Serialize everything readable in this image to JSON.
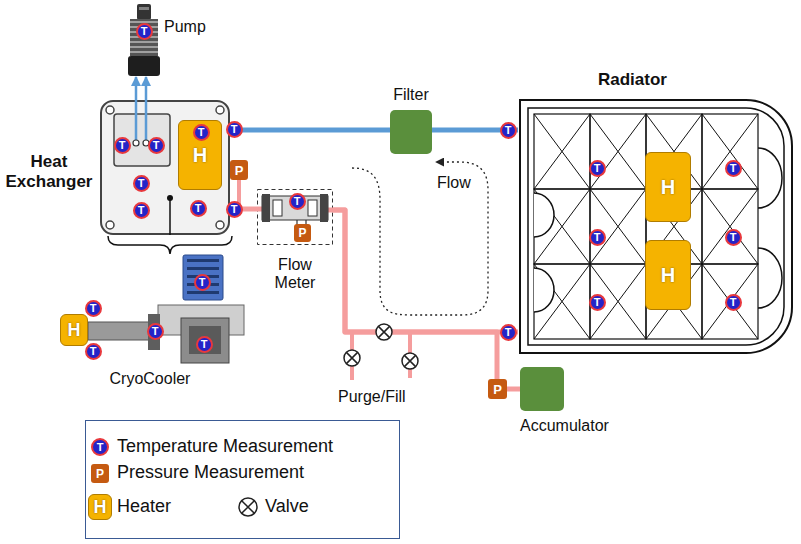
{
  "diagram": {
    "nodes": [
      {
        "text": [
          "Pump"
        ]
      },
      {
        "text": [
          "T"
        ],
        "in": 0
      },
      {
        "text": [
          "Heat Exchanger"
        ]
      },
      {
        "text": [
          "T"
        ],
        "in": 2
      },
      {
        "text": [
          "T"
        ],
        "in": 2
      },
      {
        "text": [
          "H"
        ],
        "in": 2
      },
      {
        "text": [
          "T"
        ],
        "in": 5
      },
      {
        "text": [
          "T"
        ],
        "in": 2
      },
      {
        "text": [
          "T"
        ],
        "in": 2
      },
      {
        "text": [
          "T"
        ],
        "in": 2
      },
      {
        "text": [
          "T"
        ],
        "in": 2
      },
      {
        "text": [
          "T"
        ],
        "in": 2
      },
      {
        "text": [
          "P"
        ]
      },
      {
        "text": [
          "Flow Meter"
        ]
      },
      {
        "text": [
          "T"
        ],
        "in": 13
      },
      {
        "text": [
          "P"
        ],
        "in": 13
      },
      {
        "text": [
          "Filter"
        ]
      },
      {
        "text": [
          "Radiator"
        ]
      },
      {
        "text": [
          "T"
        ],
        "in": 17
      },
      {
        "text": [
          "T"
        ],
        "in": 17
      },
      {
        "text": [
          "H"
        ],
        "in": 17
      },
      {
        "text": [
          "T"
        ],
        "in": 17
      },
      {
        "text": [
          "T"
        ],
        "in": 17
      },
      {
        "text": [
          "T"
        ],
        "in": 17
      },
      {
        "text": [
          "H"
        ],
        "in": 17
      },
      {
        "text": [
          "T"
        ],
        "in": 17
      },
      {
        "text": [
          "T"
        ],
        "in": 17
      },
      {
        "text": [
          "T"
        ],
        "in": 17
      },
      {
        "text": [
          "CryoCooler"
        ]
      },
      {
        "text": [
          "T"
        ],
        "in": 28
      },
      {
        "text": [
          "H"
        ],
        "in": 28
      },
      {
        "text": [
          "T"
        ],
        "in": 28
      },
      {
        "text": [
          "T"
        ],
        "in": 28
      },
      {
        "text": [
          "T"
        ],
        "in": 28
      },
      {
        "text": [
          "T"
        ],
        "in": 28
      },
      {
        "text": [
          "P"
        ]
      },
      {
        "text": [
          "Accumulator"
        ]
      }
    ],
    "edges": [
      {
        "from": 2,
        "to": 0,
        "arrow": "to"
      },
      {
        "from": 2,
        "to": 16,
        "arrow": "none"
      },
      {
        "from": 16,
        "to": 17,
        "arrow": "none"
      },
      {
        "from": 2,
        "to": 13,
        "arrow": "none"
      },
      {
        "from": 13,
        "to": 17,
        "arrow": "none"
      },
      {
        "from": 13,
        "to": 36,
        "arrow": "none"
      }
    ],
    "labels": [
      "Flow",
      "Purge/Fill",
      "T",
      "P",
      "H"
    ],
    "legend": [
      {
        "text": "Temperature Measurement"
      },
      {
        "text": "Pressure Measurement"
      },
      {
        "text": "Heater"
      },
      {
        "text": "Valve"
      }
    ]
  }
}
